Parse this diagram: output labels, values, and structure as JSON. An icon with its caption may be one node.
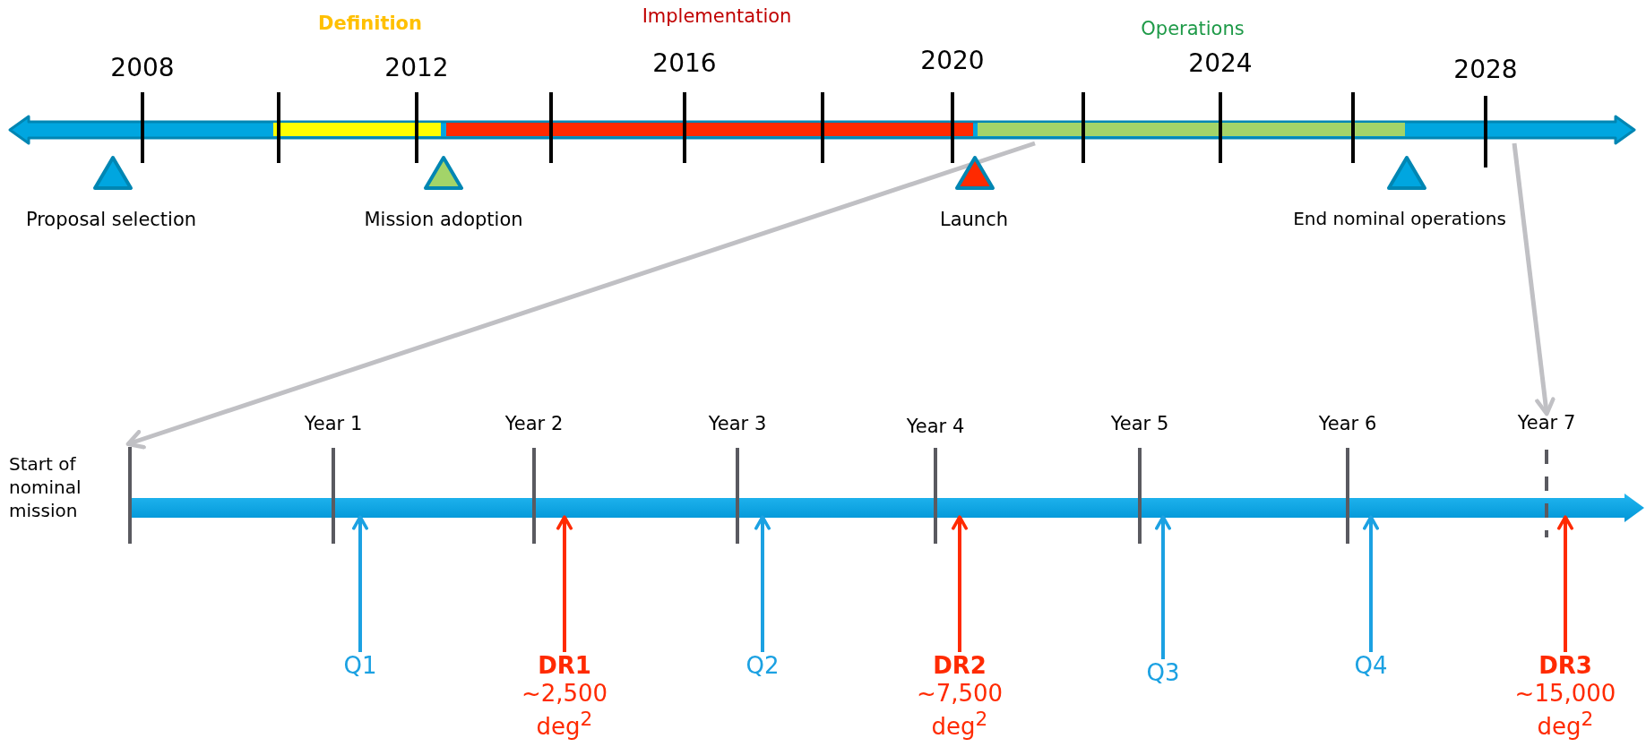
{
  "diagram": {
    "nodes": [
      {
        "text": [],
        "shape": "bar"
      },
      {
        "text": [],
        "shape": "bar"
      },
      {
        "text": [
          "Start of nominal mission"
        ]
      },
      {
        "text": [
          "Year 7"
        ]
      },
      {
        "text": [
          "Q1"
        ]
      },
      {
        "text": [
          "DR1",
          "~2,500 deg$^{2}$"
        ]
      },
      {
        "text": [
          "Q2"
        ]
      },
      {
        "text": [
          "DR2",
          "~7,500 deg$^{2}$"
        ]
      },
      {
        "text": [
          "Q3"
        ]
      },
      {
        "text": [
          "Q4"
        ]
      },
      {
        "text": [
          "DR3",
          "~15,000 deg$^{2}$"
        ]
      }
    ],
    "edges": [
      {
        "from": 0,
        "to": 2,
        "arrow": "to",
        "color": "#c0c0c4"
      },
      {
        "from": 0,
        "to": 3,
        "arrow": "to",
        "color": "#c0c0c4"
      },
      {
        "from": 4,
        "to": 1,
        "arrow": "to"
      },
      {
        "from": 5,
        "to": 1,
        "arrow": "to",
        "color": "#ff2a00"
      },
      {
        "from": 6,
        "to": 1,
        "arrow": "to"
      },
      {
        "from": 7,
        "to": 1,
        "arrow": "to",
        "color": "#ff2a00"
      },
      {
        "from": 8,
        "to": 1,
        "arrow": "to"
      },
      {
        "from": 9,
        "to": 1,
        "arrow": "to"
      },
      {
        "from": 10,
        "to": 1,
        "arrow": "to",
        "color": "#ff2a00"
      }
    ],
    "labels": [
      "Definition",
      "Implementation",
      "Operations",
      "2008",
      "2012",
      "2016",
      "2020",
      "2024",
      "2028",
      "Proposal selection",
      "Mission adoption",
      "Launch",
      "End nominal operations",
      "Year 1",
      "Year 2",
      "Year 3",
      "Year 4",
      "Year 5",
      "Year 6"
    ]
  }
}
